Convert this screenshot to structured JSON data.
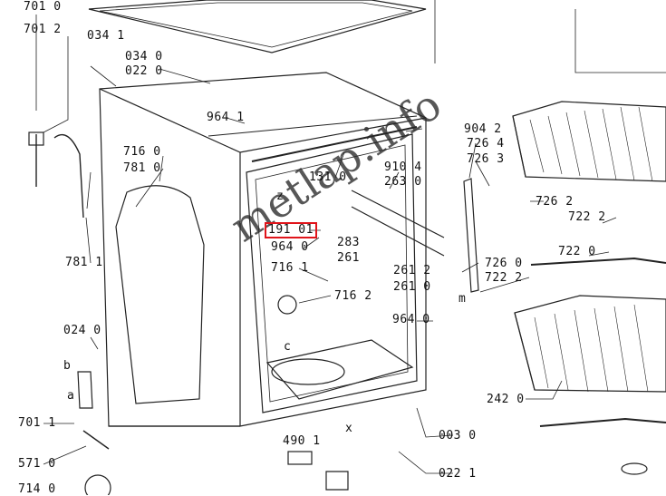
{
  "watermark": "metlap.info",
  "highlight_color": "#e0141a",
  "labels": {
    "l701_0": "701 0",
    "l701_2": "701 2",
    "l034_1": "034 1",
    "l034_0": "034 0",
    "l022_0": "022 0",
    "l964_1a": "964 1",
    "l716_0": "716 0",
    "l781_0": "781 0",
    "l781_1": "781 1",
    "l131_0": "131 0",
    "l191_01": "191 01",
    "l964_0a": "964 0",
    "l716_1": "716 1",
    "l716_2": "716 2",
    "l283": "283",
    "l261": "261",
    "l261_2": "261 2",
    "l261_0": "261 0",
    "l904_2": "904 2",
    "l726_4": "726 4",
    "l726_3": "726 3",
    "l910_4": "910 4",
    "l263_0": "263 0",
    "l726_2": "726 2",
    "l722_2a": "722 2",
    "l722_0": "722 0",
    "l726_0": "726 0",
    "l722_2b": "722 2",
    "l964_0b": "964 0",
    "l024_0": "024 0",
    "l701_1": "701 1",
    "l571_0": "571 0",
    "l714_0": "714 0",
    "l490_1": "490 1",
    "l003_0": "003 0",
    "l022_1": "022 1",
    "l242_0": "242 0",
    "ca": "a",
    "cb": "b",
    "cc": "c",
    "cx": "x",
    "cz": "z",
    "cm": "m"
  }
}
